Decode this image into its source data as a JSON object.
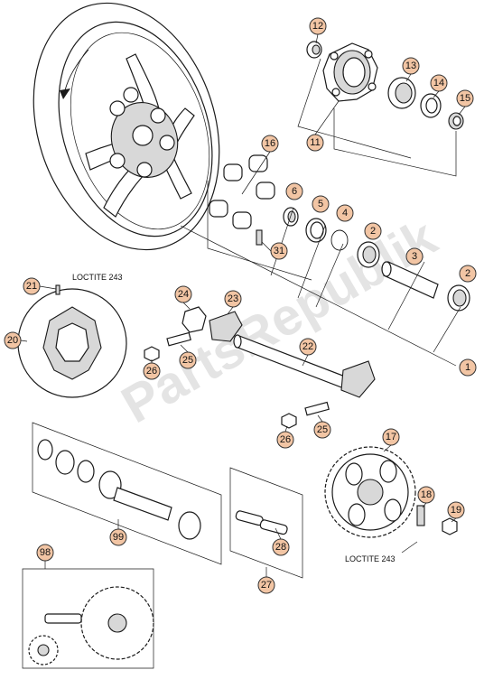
{
  "watermark": "PartsRepublik",
  "notes": {
    "loctite_top": "LOCTITE 243",
    "loctite_bottom": "LOCTITE 243"
  },
  "callouts": {
    "n1": "1",
    "n2a": "2",
    "n2b": "2",
    "n3": "3",
    "n4": "4",
    "n5": "5",
    "n6": "6",
    "n11": "11",
    "n12": "12",
    "n13": "13",
    "n14": "14",
    "n15": "15",
    "n16": "16",
    "n17": "17",
    "n18": "18",
    "n19": "19",
    "n20": "20",
    "n21": "21",
    "n22": "22",
    "n23": "23",
    "n24": "24",
    "n25a": "25",
    "n25b": "25",
    "n26a": "26",
    "n26b": "26",
    "n27": "27",
    "n28": "28",
    "n31": "31",
    "n98": "98",
    "n99": "99"
  }
}
